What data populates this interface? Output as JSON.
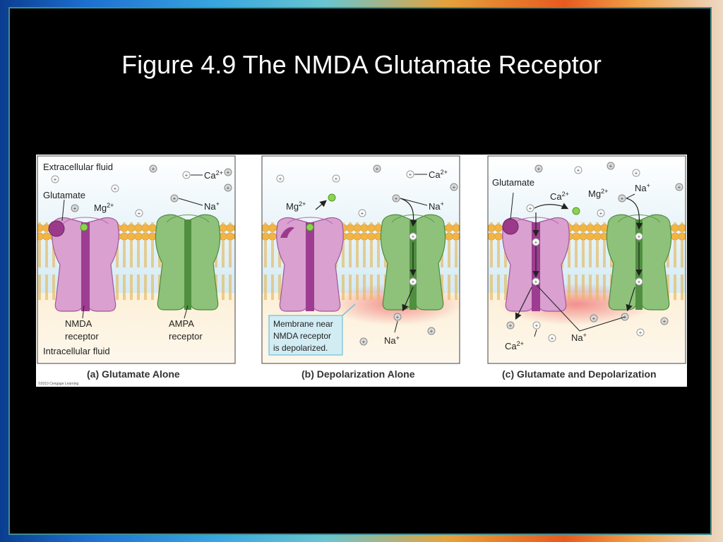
{
  "slide": {
    "title": "Figure 4.9 The NMDA Glutamate Receptor"
  },
  "figure": {
    "panels": [
      {
        "caption": "(a) Glutamate Alone",
        "labels": {
          "extracellular": "Extracellular fluid",
          "glutamate": "Glutamate",
          "mg": "Mg",
          "mg_sup": "2+",
          "ca": "Ca",
          "ca_sup": "2+",
          "na": "Na",
          "na_sup": "+",
          "nmda_line1": "NMDA",
          "nmda_line2": "receptor",
          "ampa_line1": "AMPA",
          "ampa_line2": "receptor",
          "intracellular": "Intracellular fluid"
        }
      },
      {
        "caption": "(b) Depolarization Alone",
        "labels": {
          "mg": "Mg",
          "mg_sup": "2+",
          "ca": "Ca",
          "ca_sup": "2+",
          "na": "Na",
          "na_sup": "+",
          "na_bottom": "Na",
          "na_bottom_sup": "+",
          "membrane_line1": "Membrane near",
          "membrane_line2": "NMDA receptor",
          "membrane_line3": "is depolarized."
        }
      },
      {
        "caption": "(c) Glutamate and Depolarization",
        "labels": {
          "glutamate": "Glutamate",
          "ca": "Ca",
          "ca_sup": "2+",
          "mg": "Mg",
          "mg_sup": "2+",
          "na": "Na",
          "na_sup": "+",
          "ca_bottom": "Ca",
          "ca_bottom_sup": "2+",
          "na_bottom": "Na",
          "na_bottom_sup": "+"
        }
      }
    ],
    "copyright": "©2010 Cengage Learning"
  },
  "colors": {
    "background": "#000000",
    "title": "#ffffff",
    "extracellular": "#cfe8f2",
    "intracellular": "#fbe9cc",
    "lipid_head": "#f0b94a",
    "lipid_tail": "#e9c873",
    "nmda": "#dba3cf",
    "nmda_dark": "#a24f97",
    "ampa": "#8fc07a",
    "ampa_dark": "#4e8a3e",
    "magnesium": "#8fd24f",
    "glutamate": "#9b3a8b",
    "depolarized": "#f18a8a"
  }
}
